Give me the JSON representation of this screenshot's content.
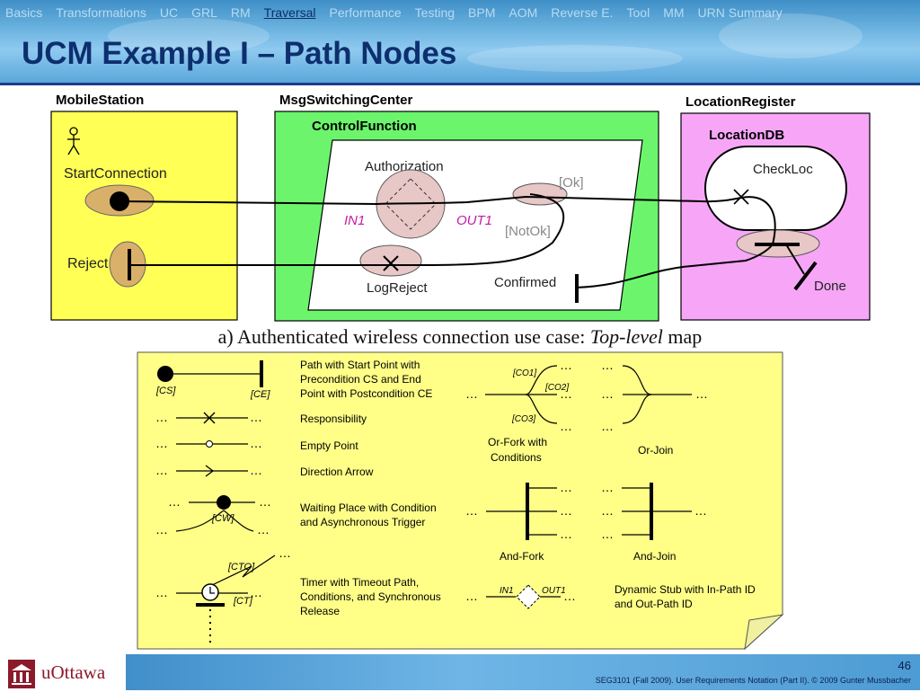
{
  "nav": {
    "items": [
      "Basics",
      "Transformations",
      "UC",
      "GRL",
      "RM",
      "Traversal",
      "Performance",
      "Testing",
      "BPM",
      "AOM",
      "Reverse E.",
      "Tool",
      "MM",
      "URN Summary"
    ],
    "active": "Traversal"
  },
  "title": "UCM Example I – Path Nodes",
  "diagram": {
    "mobile_station": "MobileStation",
    "start_connection": "StartConnection",
    "reject": "Reject",
    "msg_switching_center": "MsgSwitchingCenter",
    "control_function": "ControlFunction",
    "authorization": "Authorization",
    "in1": "IN1",
    "out1": "OUT1",
    "ok": "[Ok]",
    "not_ok": "[NotOk]",
    "log_reject": "LogReject",
    "confirmed": "Confirmed",
    "location_register": "LocationRegister",
    "location_db": "LocationDB",
    "check_loc": "CheckLoc",
    "done": "Done",
    "colors": {
      "yellow": "#ffff55",
      "green": "#6cf56c",
      "pink": "#f7a6f7",
      "node_fill": "#e8c7c7"
    }
  },
  "caption": {
    "prefix": "a) Authenticated wireless connection use case: ",
    "italic": "Top-level",
    "suffix": " map"
  },
  "legend": {
    "path_label_line1": "Path with Start Point with",
    "path_label_line2": "Precondition CS and End",
    "path_label_line3": "Point with Postcondition CE",
    "cs": "[CS]",
    "ce": "[CE]",
    "responsibility": "Responsibility",
    "empty_point": "Empty Point",
    "direction_arrow": "Direction Arrow",
    "waiting_line1": "Waiting Place with Condition",
    "waiting_line2": "and Asynchronous Trigger",
    "cw": "[CW]",
    "timer_line1": "Timer with Timeout Path,",
    "timer_line2": "Conditions, and Synchronous",
    "timer_line3": "Release",
    "cto": "[CTO]",
    "ct": "[CT]",
    "co1": "[CO1]",
    "co2": "[CO2]",
    "co3": "[CO3]",
    "or_fork_line1": "Or-Fork with",
    "or_fork_line2": "Conditions",
    "or_join": "Or-Join",
    "and_fork": "And-Fork",
    "and_join": "And-Join",
    "in1": "IN1",
    "out1": "OUT1",
    "stub_line1": "Dynamic Stub with In-Path ID",
    "stub_line2": "and Out-Path ID",
    "ellipsis": "…",
    "colors": {
      "note": "#ffff88"
    }
  },
  "footer": {
    "logo": "uOttawa",
    "text": "SEG3101 (Fall 2009).   User Requirements Notation (Part II).   © 2009 Gunter Mussbacher",
    "page": "46"
  }
}
